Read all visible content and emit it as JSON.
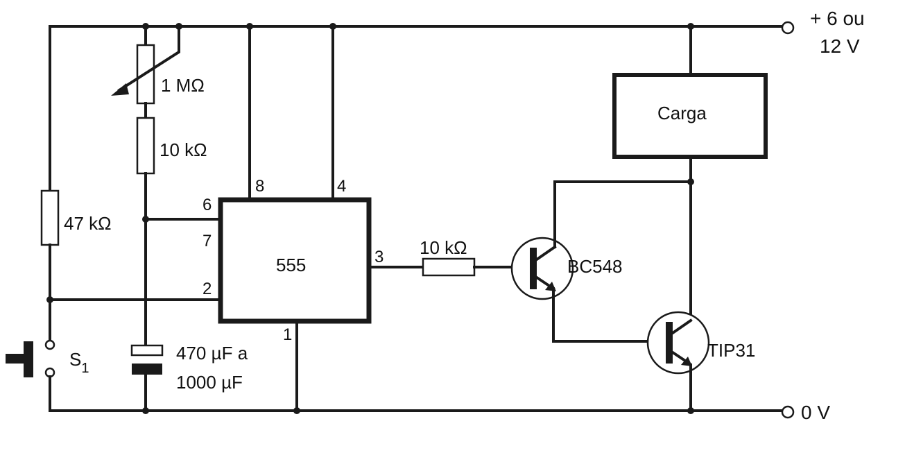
{
  "labels": {
    "supply_line1": "+ 6 ou",
    "supply_line2": "12 V",
    "ground": "0 V",
    "pot": "1 MΩ",
    "r_timing": "10 kΩ",
    "r_pullup": "47 kΩ",
    "r_base": "10 kΩ",
    "ic": "555",
    "load": "Carga",
    "q1": "BC548",
    "q2": "TIP31",
    "switch": "S",
    "switch_sub": "1",
    "cap_line1": "470 µF a",
    "cap_line2": "1000 µF"
  },
  "pins": {
    "p8": "8",
    "p4": "4",
    "p6": "6",
    "p7": "7",
    "p2": "2",
    "p3": "3",
    "p1": "1"
  },
  "colors": {
    "ink": "#1a1a1a",
    "background": "#ffffff"
  }
}
